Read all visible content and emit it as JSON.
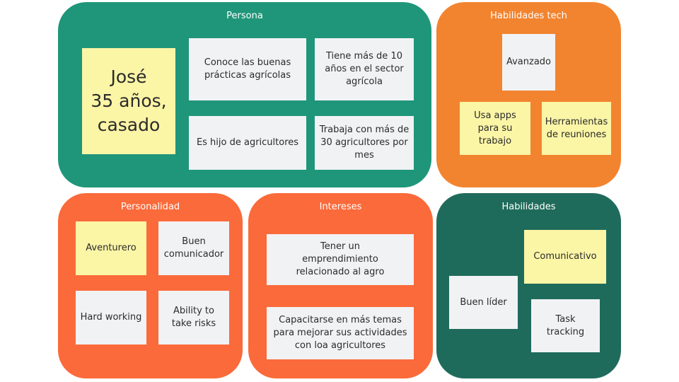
{
  "panels": {
    "persona": {
      "title": "Persona",
      "profile": "José\n35 años,\ncasado",
      "notes": [
        "Conoce las buenas prácticas agrícolas",
        "Tiene más de 10 años en el sector agrícola",
        "Es hijo de agricultores",
        "Trabaja con más de 30 agricultores por mes"
      ]
    },
    "tech": {
      "title": "Habilidades tech",
      "notes": [
        "Avanzado",
        "Usa apps para su trabajo",
        "Herramientas de reuniones"
      ]
    },
    "personalidad": {
      "title": "Personalidad",
      "notes": [
        "Aventurero",
        "Buen comunicador",
        "Hard working",
        "Ability to take risks"
      ]
    },
    "intereses": {
      "title": "Intereses",
      "notes": [
        "Tener un emprendimiento relacionado al agro",
        "Capacitarse en más temas para mejorar sus actividades con loa agricultores"
      ]
    },
    "habilidades": {
      "title": "Habilidades",
      "notes": [
        "Comunicativo",
        "Buen líder",
        "Task tracking"
      ]
    }
  },
  "colors": {
    "persona": "#1f967a",
    "tech": "#f2842f",
    "personalidad": "#fb6a3a",
    "intereses": "#fb6a3a",
    "habilidades": "#1f6b5b",
    "note_white": "#f1f2f4",
    "note_yellow": "#fbf5a6"
  }
}
